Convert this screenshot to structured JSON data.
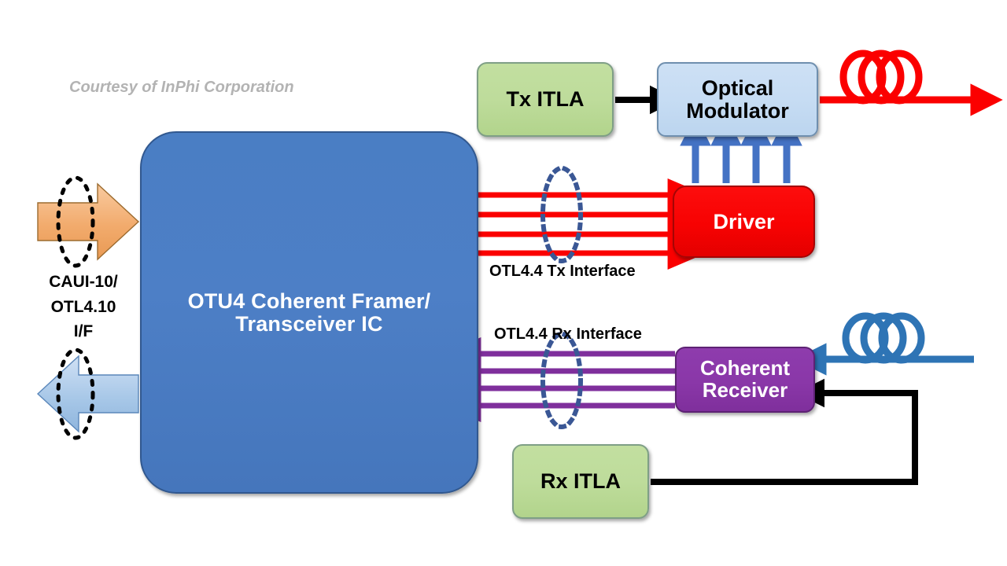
{
  "diagram": {
    "title": "OTU4 Coherent Framer / Transceiver IC block diagram",
    "credit": "Courtesy of InPhi Corporation"
  },
  "blocks": {
    "ic": {
      "label": "OTU4 Coherent\nFramer/\nTransceiver IC",
      "color": "#4a7ec4"
    },
    "tx_itla": {
      "label": "Tx ITLA",
      "color": "#bedc9b"
    },
    "rx_itla": {
      "label": "Rx ITLA",
      "color": "#bedc9b"
    },
    "optical_modulator": {
      "label": "Optical\nModulator",
      "color": "#c6dcf3"
    },
    "driver": {
      "label": "Driver",
      "color": "#f70202"
    },
    "coherent_receiver": {
      "label": "Coherent\nReceiver",
      "color": "#8a37a8"
    }
  },
  "labels": {
    "client_interface": "CAUI-10/\nOTL4.10\nI/F",
    "otl44_tx": "OTL4.4 Tx Interface",
    "otl44_rx": "OTL4.4 Rx Interface"
  },
  "connections": {
    "tx_lanes": {
      "count": 4,
      "color": "#fb0000",
      "direction": "ic-to-driver"
    },
    "rx_lanes": {
      "count": 4,
      "color": "#7f2f9c",
      "direction": "receiver-to-ic"
    },
    "driver_to_modulator": {
      "count": 4,
      "color": "#4472c4",
      "direction": "up"
    },
    "tx_itla_to_modulator": {
      "color": "#000000",
      "direction": "right"
    },
    "rx_itla_to_receiver": {
      "color": "#000000",
      "direction": "right-then-up-then-left"
    },
    "client_in": {
      "color": "#f0ad6e",
      "direction": "right"
    },
    "client_out": {
      "color": "#9cc2e5",
      "direction": "left"
    },
    "tx_fiber": {
      "color": "#fb0000",
      "direction": "right",
      "loops": 3
    },
    "rx_fiber": {
      "color": "#2e74b5",
      "direction": "left",
      "loops": 3
    }
  }
}
